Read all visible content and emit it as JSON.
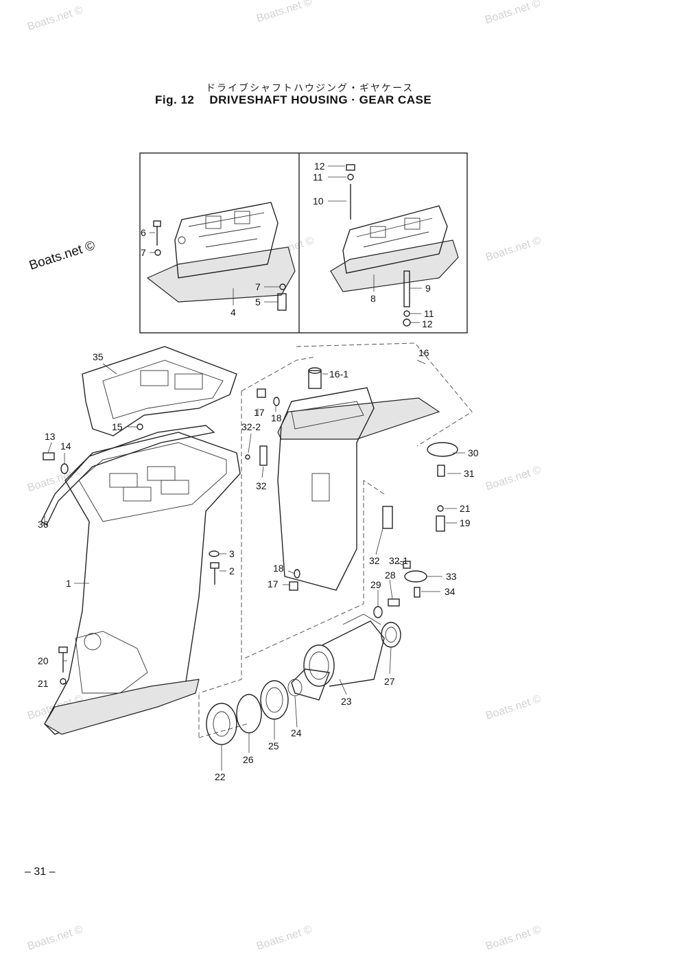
{
  "header": {
    "title_jp": "ドライブシャフトハウジング・ギヤケース",
    "fig_number": "Fig. 12",
    "fig_title": "DRIVESHAFT HOUSING · GEAR CASE"
  },
  "page_number": "– 31 –",
  "watermarks": {
    "faint": "Boats.net ©",
    "dark": "Boats.net ©"
  },
  "callouts": {
    "c12a": "12",
    "c11a": "11",
    "c10": "10",
    "c6": "6",
    "c7a": "7",
    "c7b": "7",
    "c5": "5",
    "c4": "4",
    "c8": "8",
    "c9": "9",
    "c11b": "11",
    "c12b": "12",
    "c35": "35",
    "c16": "16",
    "c16_1": "16-1",
    "c17a": "17",
    "c18a": "18",
    "c32_2": "32-2",
    "c15": "15",
    "c13": "13",
    "c14": "14",
    "c30": "30",
    "c32a": "32",
    "c31": "31",
    "c21a": "21",
    "c19": "19",
    "c36": "36",
    "c3": "3",
    "c2": "2",
    "c1": "1",
    "c32b": "32",
    "c32_1": "32-1",
    "c28": "28",
    "c33": "33",
    "c18b": "18",
    "c17b": "17",
    "c29": "29",
    "c34": "34",
    "c20": "20",
    "c21b": "21",
    "c27": "27",
    "c23": "23",
    "c24": "24",
    "c25": "25",
    "c26": "26",
    "c22": "22"
  }
}
